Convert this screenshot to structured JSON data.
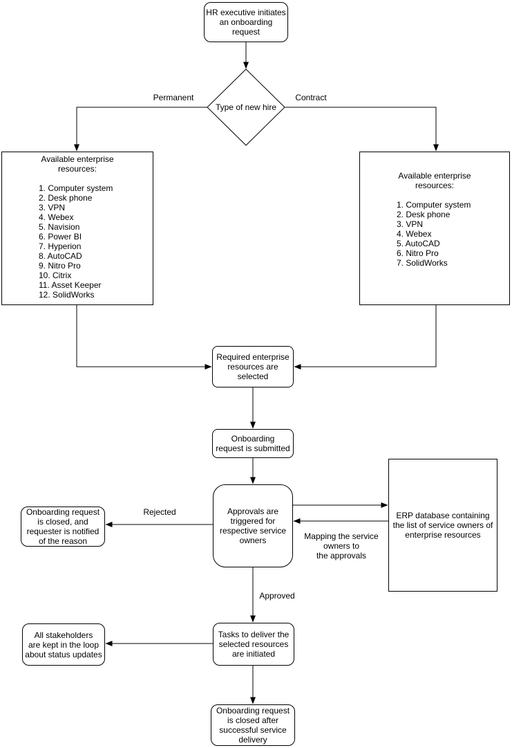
{
  "nodes": {
    "start": "HR executive initiates\nan onboarding\nrequest",
    "decision": "Type of new hire",
    "permanent_resources": {
      "title": "Available enterprise\nresources:",
      "items": [
        "1. Computer system",
        "2. Desk phone",
        "3. VPN",
        "4. Webex",
        "5. Navision",
        "6. Power BI",
        "7. Hyperion",
        "8. AutoCAD",
        "9. Nitro Pro",
        "10. Citrix",
        "11. Asset Keeper",
        "12. SolidWorks"
      ]
    },
    "contract_resources": {
      "title": "Available enterprise\nresources:",
      "items": [
        "1. Computer system",
        "2. Desk phone",
        "3. VPN",
        "4. Webex",
        "5. AutoCAD",
        "6. Nitro Pro",
        "7. SolidWorks"
      ]
    },
    "required": "Required enterprise\nresources are\nselected",
    "submitted": "Onboarding\nrequest is submitted",
    "approvals": "Approvals are\ntriggered for\nrespective service\nowners",
    "erp": "ERP database containing\nthe list of service owners of\nenterprise resources",
    "closed_rejected": "Onboarding request\nis closed, and\nrequester is notified\nof the reason",
    "tasks": "Tasks to deliver the\nselected resources\nare initiated",
    "stakeholders": "All stakeholders\nare kept in the loop\nabout status updates",
    "closed_success": "Onboarding request\nis closed after\nsuccessful service\ndelivery"
  },
  "edge_labels": {
    "permanent": "Permanent",
    "contract": "Contract",
    "rejected": "Rejected",
    "approved": "Approved",
    "mapping": "Mapping the service\nowners to\nthe approvals"
  },
  "colors": {
    "stroke": "#000000",
    "node_fill": "#ffffff",
    "background": "#ffffff",
    "text": "#000000"
  }
}
